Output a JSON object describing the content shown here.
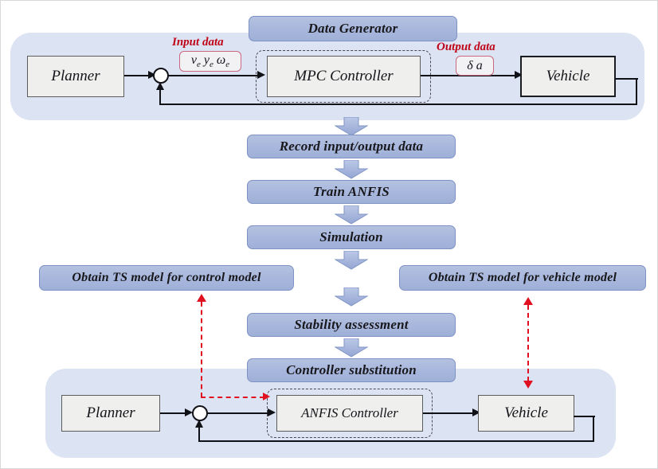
{
  "diagram": {
    "title": "ANFIS controller design workflow block diagram",
    "colors": {
      "panel_fill": "#dce3f3",
      "process_box_fill": "#a8b7dc",
      "process_box_border": "#7e92c4",
      "plain_box_fill": "#efefed",
      "plain_box_border": "#5c5c5c",
      "connector": "#111118",
      "annotation_red": "#c00418",
      "dashed_red": "#e01021",
      "background": "#ffffff"
    }
  },
  "data_generator": {
    "header_label": "Data Generator",
    "planner_label": "Planner",
    "controller_label": "MPC Controller",
    "vehicle_label": "Vehicle",
    "input_annotation": "Input data",
    "input_signals": "vₑ yₑ ωₑ",
    "input_signal_parts": [
      "v",
      "e",
      "y",
      "e",
      "ω",
      "e"
    ],
    "output_annotation": "Output data",
    "output_signals": "δ a",
    "sum_node_name": "summing-junction"
  },
  "pipeline": {
    "steps": [
      {
        "label": "Record input/output data"
      },
      {
        "label": "Train ANFIS"
      },
      {
        "label": "Simulation"
      },
      {
        "label": "Stability assessment"
      },
      {
        "label": "Controller substitution"
      }
    ]
  },
  "side_outputs": {
    "left": "Obtain TS model for control model",
    "right": "Obtain TS model for vehicle model"
  },
  "deployment": {
    "planner_label": "Planner",
    "controller_label": "ANFIS Controller",
    "vehicle_label": "Vehicle"
  },
  "icons": {
    "down_block_arrow": "down-block-arrow-icon",
    "arrow_head_right": "arrow-head-right-icon",
    "arrow_head_up": "arrow-head-up-icon"
  }
}
